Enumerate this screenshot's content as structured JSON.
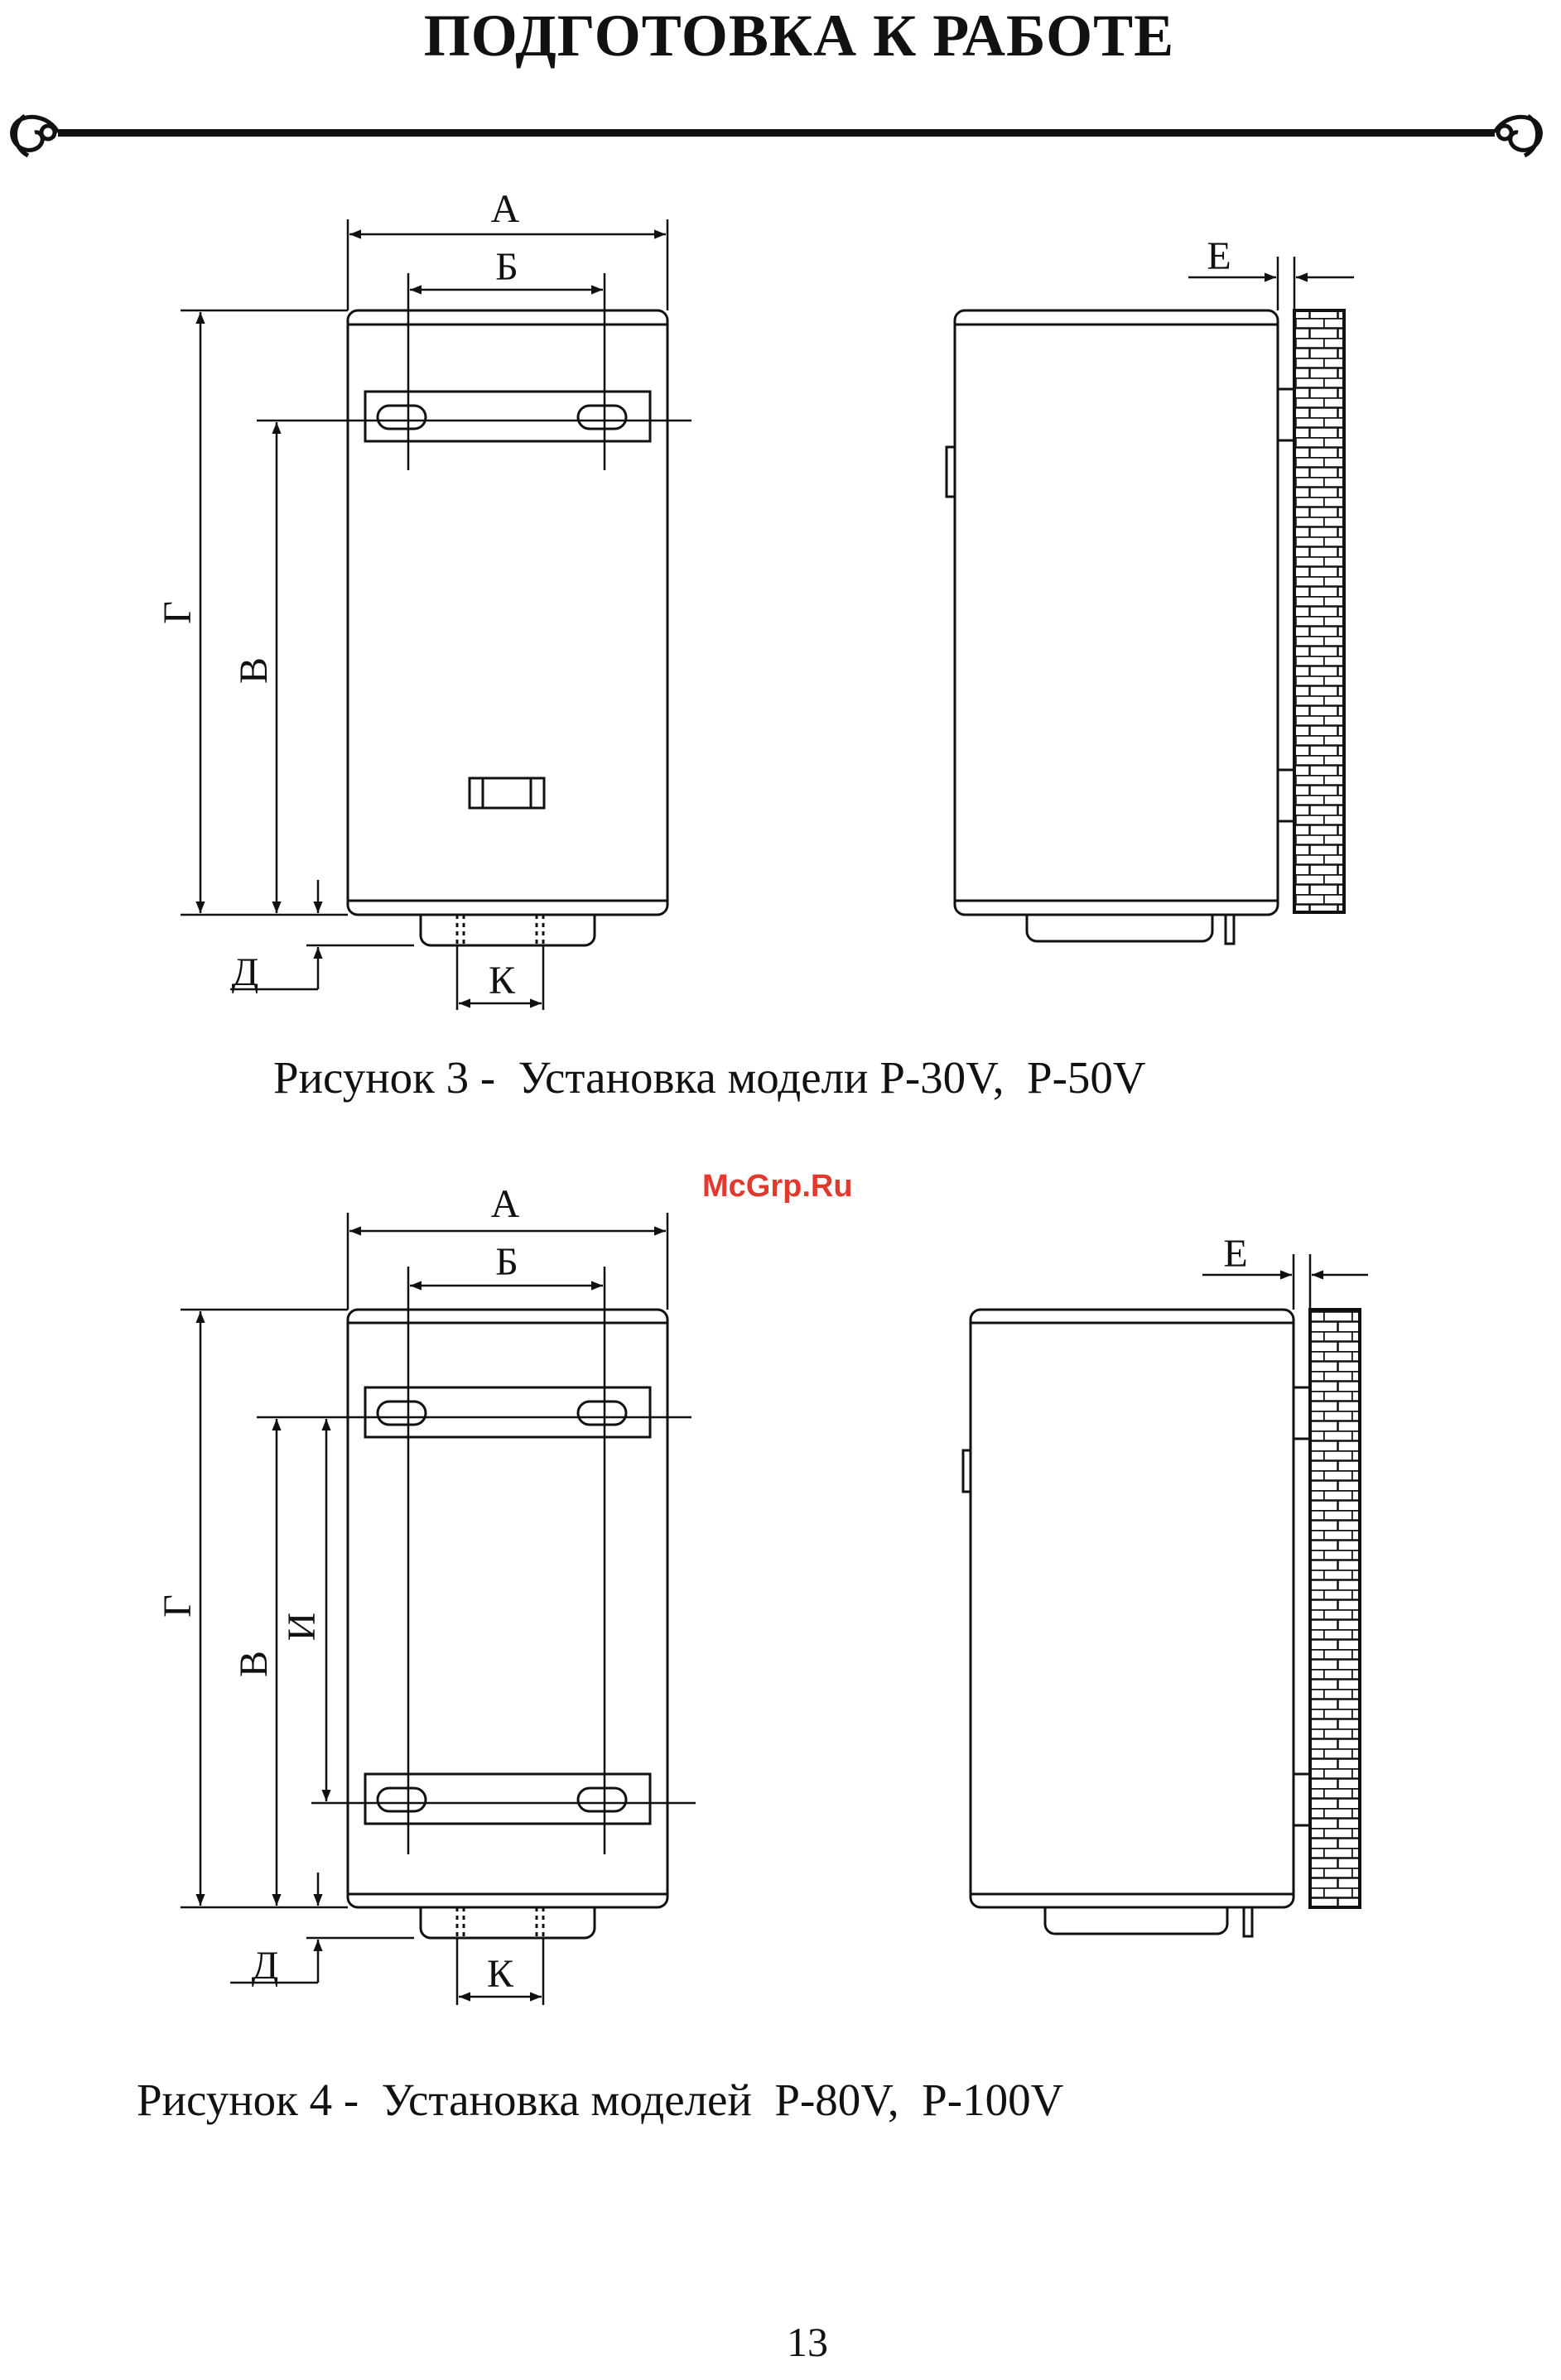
{
  "header": {
    "title": "ПОДГОТОВКА К РАБОТЕ"
  },
  "figure3": {
    "caption": "Рисунок 3 -  Установка модели Р-30V,  Р-50V",
    "labels": {
      "a": "А",
      "b": "Б",
      "v": "В",
      "g": "Г",
      "d": "Д",
      "k": "К",
      "e": "Е"
    }
  },
  "figure4": {
    "caption": "Рисунок 4 -  Установка моделей  Р-80V,  Р-100V",
    "labels": {
      "a": "А",
      "b": "Б",
      "v": "В",
      "g": "Г",
      "d": "Д",
      "k": "К",
      "e": "Е",
      "i": "И"
    }
  },
  "watermark": "McGrp.Ru",
  "footer": {
    "page_number": "13"
  }
}
